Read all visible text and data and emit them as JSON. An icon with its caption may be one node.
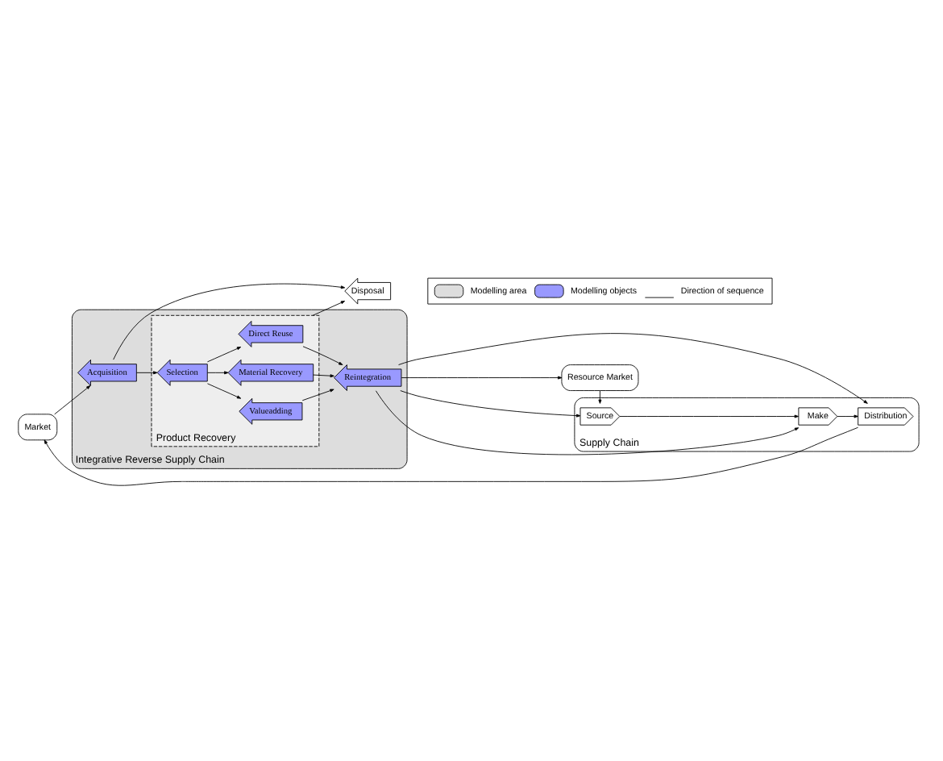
{
  "diagram": {
    "nodes": [
      {
        "text": [
          "Resource Market"
        ]
      },
      {
        "text": [
          "Supply Chain"
        ]
      },
      {
        "text": [
          "Source"
        ],
        "in": 1
      },
      {
        "text": [
          "Make"
        ],
        "in": 1
      },
      {
        "text": [
          "Distribution"
        ],
        "in": 1
      },
      {
        "text": [
          "Market"
        ]
      },
      {
        "text": [
          "Integrative Reverse Supply Chain"
        ]
      },
      {
        "text": [
          "Reintegration"
        ],
        "in": 6
      },
      {
        "text": [
          "Product Recovery"
        ],
        "in": 6
      },
      {
        "text": [
          "Direct Reuse"
        ],
        "in": 8
      },
      {
        "text": [
          "Valueadding"
        ],
        "in": 8
      },
      {
        "text": [
          "Material Recovery"
        ],
        "in": 8
      },
      {
        "text": [
          "Selection"
        ],
        "in": 8
      },
      {
        "text": [
          "Acquisition"
        ],
        "in": 6
      },
      {
        "text": [
          "Disposal"
        ]
      }
    ],
    "edges": [
      {
        "from": 0,
        "to": 2,
        "arrow": "to"
      },
      {
        "from": 2,
        "to": 3,
        "arrow": "to"
      },
      {
        "from": 3,
        "to": 4,
        "arrow": "to"
      },
      {
        "from": 4,
        "to": 5,
        "arrow": "to"
      },
      {
        "from": 7,
        "to": 2,
        "arrow": "to"
      },
      {
        "from": 7,
        "to": 3,
        "arrow": "to"
      },
      {
        "from": 7,
        "to": 4,
        "arrow": "to"
      },
      {
        "from": 7,
        "to": 0,
        "arrow": "to"
      },
      {
        "from": 5,
        "to": 13,
        "arrow": "to"
      },
      {
        "from": 13,
        "to": 12,
        "arrow": "to"
      },
      {
        "from": 12,
        "to": 9,
        "arrow": "to"
      },
      {
        "from": 12,
        "to": 10,
        "arrow": "to"
      },
      {
        "from": 12,
        "to": 11,
        "arrow": "to"
      },
      {
        "from": 9,
        "to": 7,
        "arrow": "to"
      },
      {
        "from": 10,
        "to": 7,
        "arrow": "to"
      },
      {
        "from": 11,
        "to": 7,
        "arrow": "to"
      },
      {
        "from": 8,
        "to": 14,
        "arrow": "to"
      },
      {
        "from": 13,
        "to": 14,
        "arrow": "to"
      }
    ],
    "legend": [
      {
        "text": "Modelling area",
        "color": "#dddddd"
      },
      {
        "text": "Modelling objects",
        "color": "#9999ff"
      },
      {
        "text": "Direction of sequence"
      }
    ]
  }
}
